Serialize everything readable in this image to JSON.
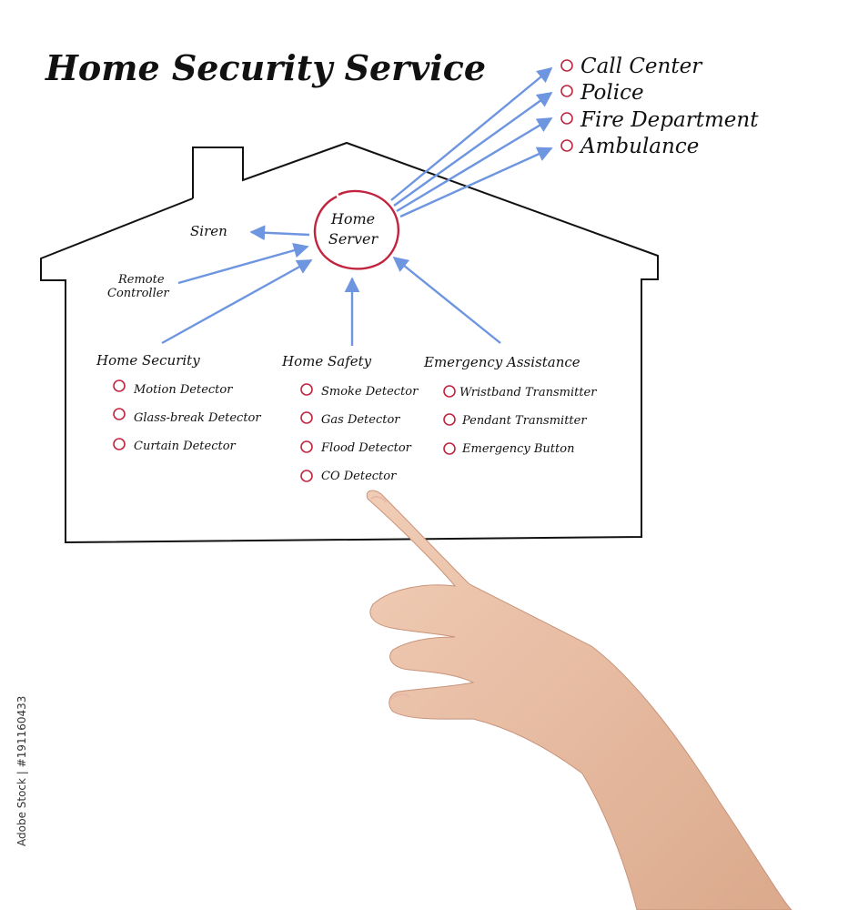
{
  "title": "Home Security Service",
  "server": {
    "line1": "Home",
    "line2": "Server"
  },
  "outputs": {
    "siren": "Siren",
    "remote_line1": "Remote",
    "remote_line2": "Controller"
  },
  "destinations": [
    "Call Center",
    "Police",
    "Fire Department",
    "Ambulance"
  ],
  "groups": {
    "home_security": {
      "header": "Home Security",
      "items": [
        "Motion Detector",
        "Glass-break Detector",
        "Curtain Detector"
      ]
    },
    "home_safety": {
      "header": "Home Safety",
      "items": [
        "Smoke Detector",
        "Gas Detector",
        "Flood Detector",
        "CO Detector"
      ]
    },
    "emergency": {
      "header": "Emergency Assistance",
      "items": [
        "Wristband Transmitter",
        "Pendant Transmitter",
        "Emergency Button"
      ]
    }
  },
  "side_text": "Adobe Stock | #191160433",
  "colors": {
    "arrow": "#6d95e0",
    "bullet": "#c2243f",
    "ink": "#111111"
  }
}
